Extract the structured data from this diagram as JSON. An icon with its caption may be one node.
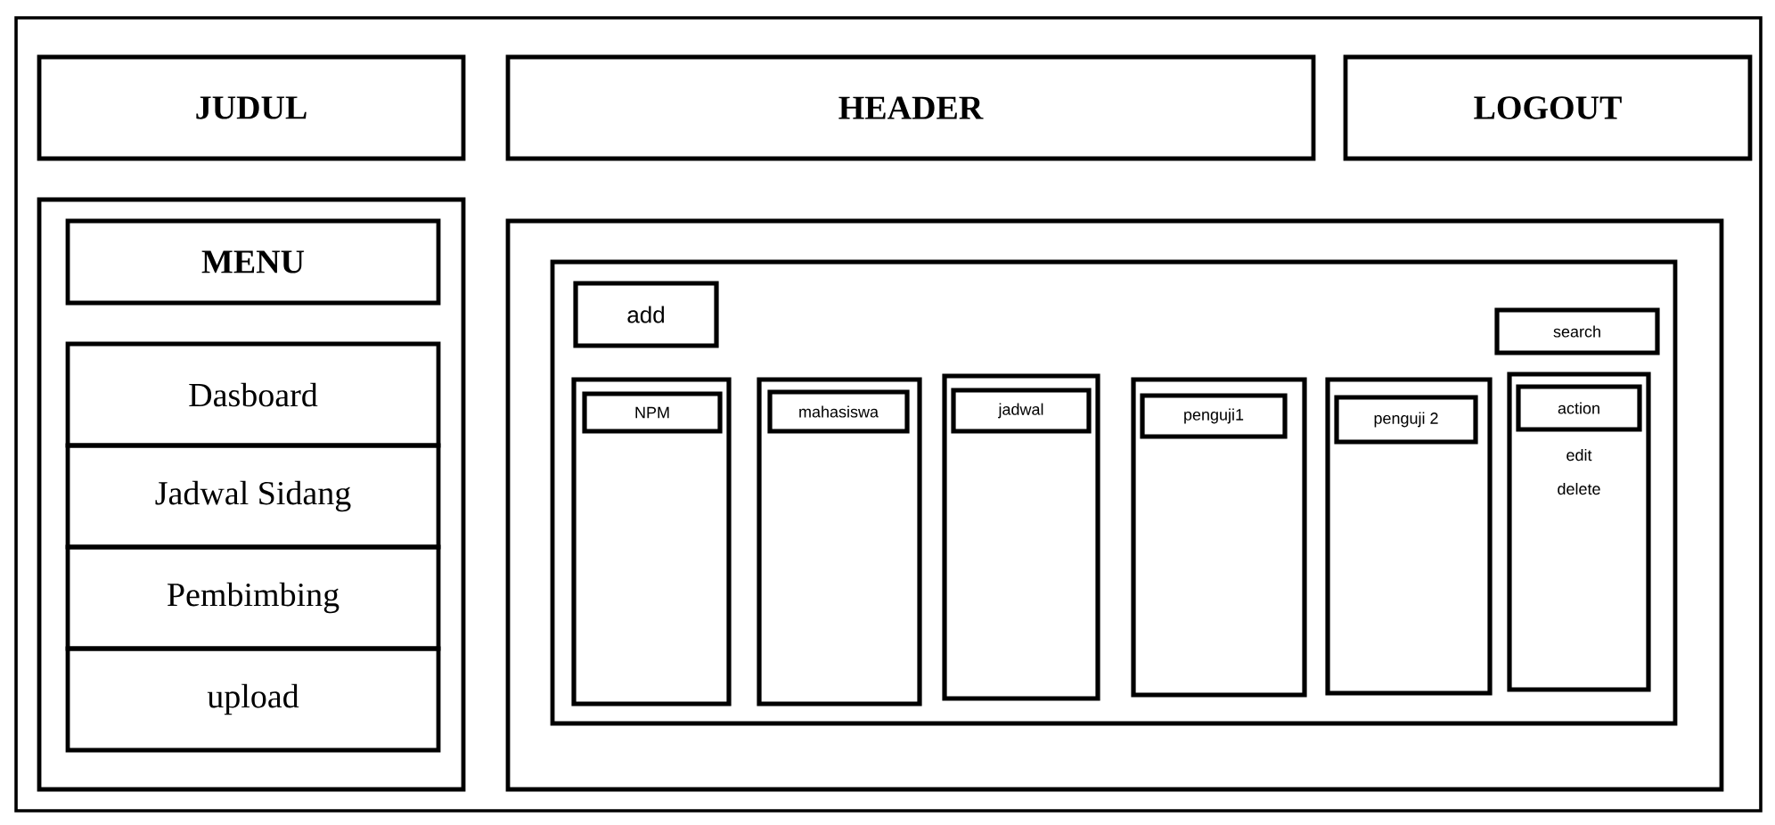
{
  "diagram": {
    "nodes": [
      {
        "text": [],
        "shape": "box"
      },
      {
        "text": [
          "JUDUL"
        ],
        "in": 0
      },
      {
        "text": [
          "HEADER"
        ],
        "in": 0
      },
      {
        "text": [
          "LOGOUT"
        ],
        "in": 0
      },
      {
        "text": [],
        "shape": "box",
        "in": 0
      },
      {
        "text": [
          "MENU"
        ],
        "in": 4
      },
      {
        "text": [
          "Dasboard"
        ],
        "in": 4
      },
      {
        "text": [
          "Jadwal Sidang"
        ],
        "in": 4
      },
      {
        "text": [
          "Pembimbing"
        ],
        "in": 4
      },
      {
        "text": [
          "upload"
        ],
        "in": 4
      },
      {
        "text": [],
        "shape": "box",
        "in": 0
      },
      {
        "text": [],
        "shape": "box",
        "in": 10
      },
      {
        "text": [
          "add"
        ],
        "in": 11
      },
      {
        "text": [
          "search"
        ],
        "in": 11
      },
      {
        "text": [],
        "shape": "box",
        "in": 11
      },
      {
        "text": [
          "NPM"
        ],
        "in": 14
      },
      {
        "text": [],
        "shape": "box",
        "in": 11
      },
      {
        "text": [
          "mahasiswa"
        ],
        "in": 16
      },
      {
        "text": [],
        "shape": "box",
        "in": 11
      },
      {
        "text": [
          "jadwal"
        ],
        "in": 18
      },
      {
        "text": [],
        "shape": "box",
        "in": 11
      },
      {
        "text": [
          "penguji1"
        ],
        "in": 20
      },
      {
        "text": [],
        "shape": "box",
        "in": 11
      },
      {
        "text": [
          "penguji 2"
        ],
        "in": 22
      },
      {
        "text": [
          "edit",
          "delete"
        ],
        "in": 11
      },
      {
        "text": [
          "action"
        ],
        "in": 24
      }
    ]
  }
}
